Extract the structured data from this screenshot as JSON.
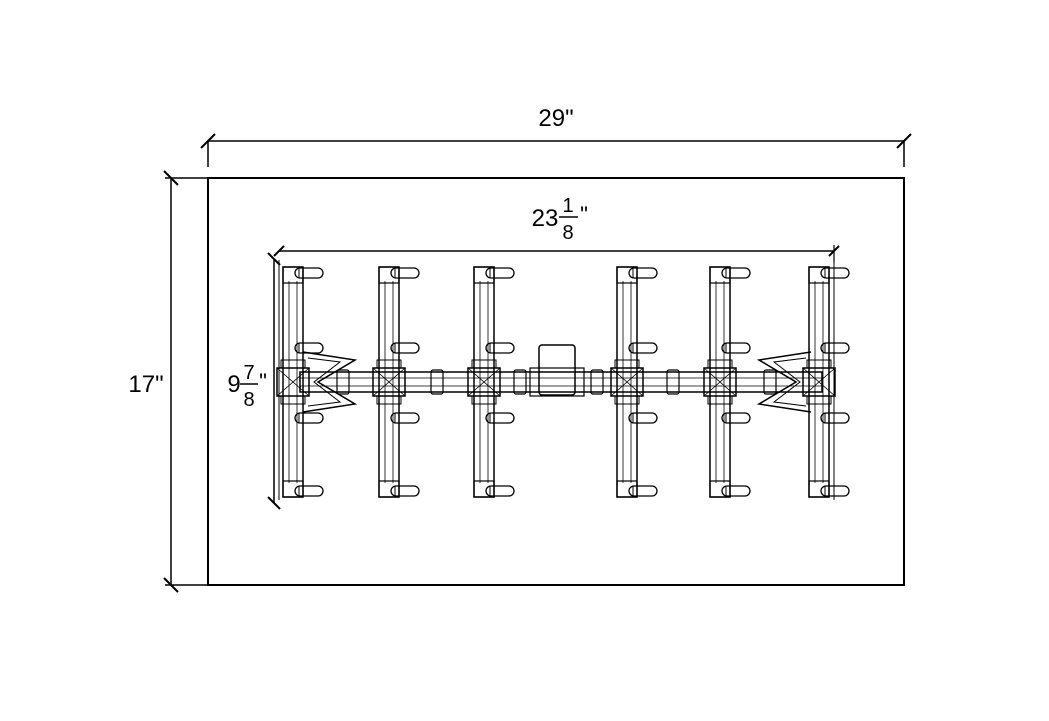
{
  "dimensions": {
    "outer_width": "29\"",
    "outer_height": "17\"",
    "inner_width": {
      "whole": "23",
      "numerator": "1",
      "denominator": "8",
      "unit": "\""
    },
    "inner_height": {
      "whole": "9",
      "numerator": "7",
      "denominator": "8",
      "unit": "\""
    }
  },
  "colors": {
    "line": "#000000",
    "background": "#ffffff"
  }
}
